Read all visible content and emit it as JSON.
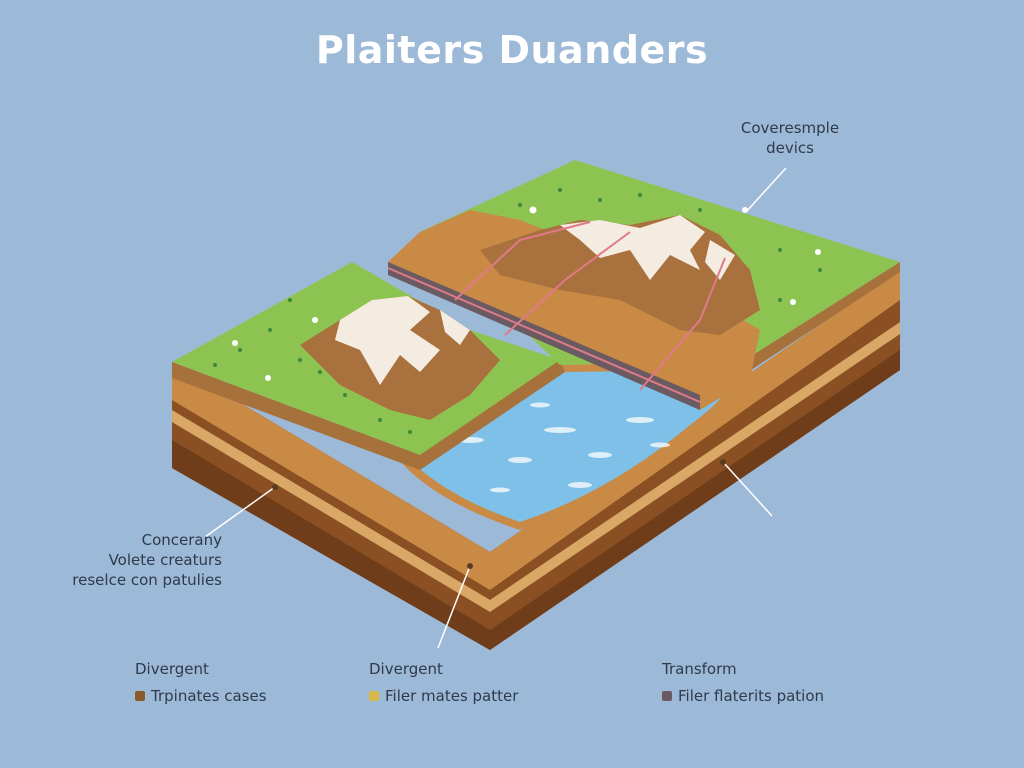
{
  "title": "Plaiters Duanders",
  "callouts": {
    "top_right": [
      "Coveresmple",
      "devics"
    ],
    "left": [
      "Concerany",
      "Volete creaturs",
      "reselce con patulies"
    ]
  },
  "legend": [
    {
      "heading": "Divergent",
      "text": "Trpinates cases",
      "color": "#8a5a2b"
    },
    {
      "heading": "Divergent",
      "text": "Filer mates patter",
      "color": "#d9b84a"
    },
    {
      "heading": "Transform",
      "text": "Filer flaterits pation",
      "color": "#6a5a62"
    }
  ],
  "colors": {
    "background": "#9db9d8",
    "grass": "#8dc451",
    "soil_light": "#c98a45",
    "soil_dark": "#8a4f22",
    "water": "#7ec0e8",
    "fault": "#6a5a62",
    "fault_line": "#e07a8a",
    "snow": "#f4ece0"
  }
}
